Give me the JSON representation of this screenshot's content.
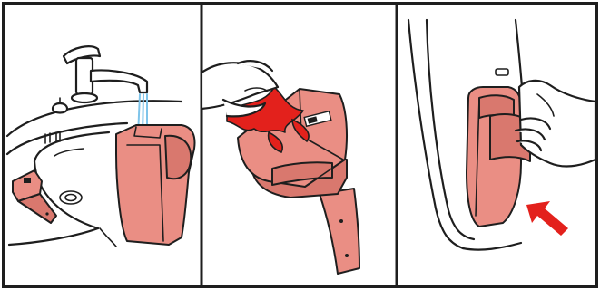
{
  "colors": {
    "device": "#ea8e84",
    "device_shade": "#d9786e",
    "cloth": "#e3211c",
    "arrow": "#e3211c",
    "water": "#7ec4ea",
    "ink": "#1e1e1e",
    "background": "#ffffff"
  },
  "panels": [
    {
      "step": 1,
      "action": "rinse-under-tap",
      "icons": [
        "faucet-icon",
        "sink-icon",
        "water-stream-icon",
        "device-icon",
        "detached-part-icon"
      ]
    },
    {
      "step": 2,
      "action": "wipe-with-cloth",
      "icons": [
        "hand-icon",
        "cloth-icon",
        "device-icon",
        "label-icon"
      ]
    },
    {
      "step": 3,
      "action": "press-into-holder",
      "icons": [
        "wall-holder-icon",
        "hand-icon",
        "device-icon",
        "arrow-icon"
      ]
    }
  ]
}
